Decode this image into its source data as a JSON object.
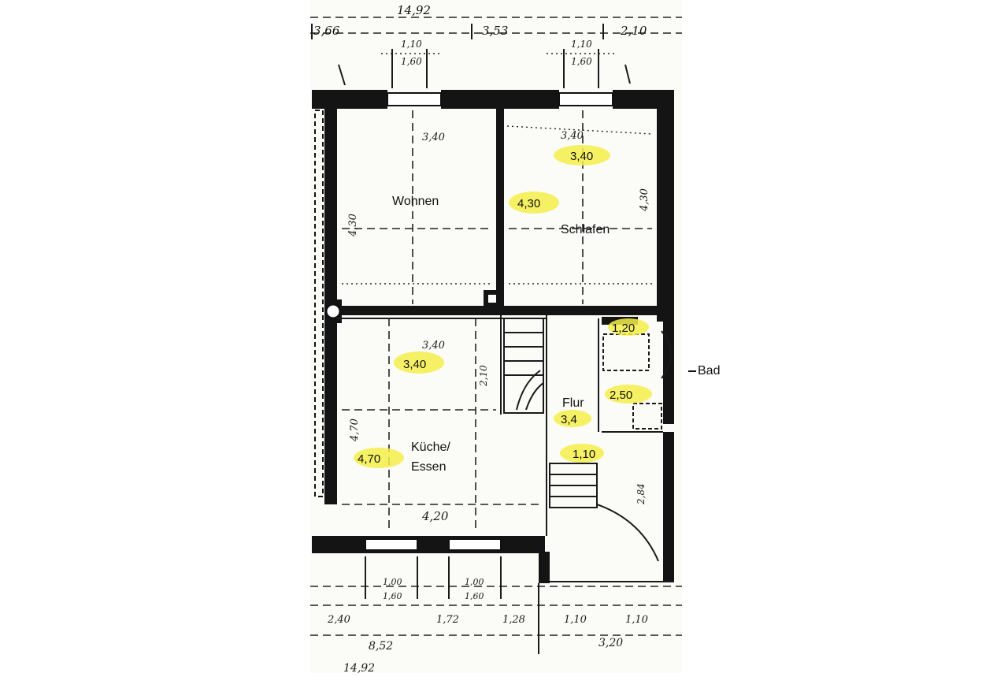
{
  "rooms": {
    "wohnen": "Wohnen",
    "schlafen": "Schlafen",
    "kueche_line1": "Küche/",
    "kueche_line2": "Essen",
    "flur": "Flur",
    "bad": "Bad"
  },
  "highlighted_measurements": {
    "schlafen_width": "3,40",
    "wohnen_schlafen_depth": "4,30",
    "kueche_width": "3,40",
    "kueche_depth": "4,70",
    "bad_width": "1,20",
    "bad_depth": "2,50",
    "flur_length": "3,4",
    "flur_width": "1,10"
  },
  "handwritten_dimensions": {
    "top_total": "14,92",
    "top_left": "3,66",
    "top_middle": "3,53",
    "top_right": "2,10",
    "window_left_top": "1,10",
    "window_left_bottom": "1,60",
    "window_right_top": "1,10",
    "window_right_bottom": "1,60",
    "wohnen_width": "3,40",
    "wohnen_depth": "4,30",
    "schlafen_width_hand": "3,40",
    "schlafen_depth_hand": "4,30",
    "kueche_width_hand": "3,40",
    "kueche_depth_hand": "4,70",
    "kueche_bottom": "4,20",
    "stair_height": "2,10",
    "flur_depth_hand": "2,84",
    "bottom_left": "2,40",
    "bottom_mid1": "1,72",
    "bottom_mid2": "1,28",
    "bottom_mid3": "1,10",
    "bottom_right": "1,10",
    "bottom_window1_top": "1,00",
    "bottom_window1_bottom": "1,60",
    "bottom_window2_top": "1,00",
    "bottom_window2_bottom": "1,60",
    "bottom_sub_left": "8,52",
    "bottom_sub_right": "3,20",
    "bottom_total": "14,92"
  }
}
